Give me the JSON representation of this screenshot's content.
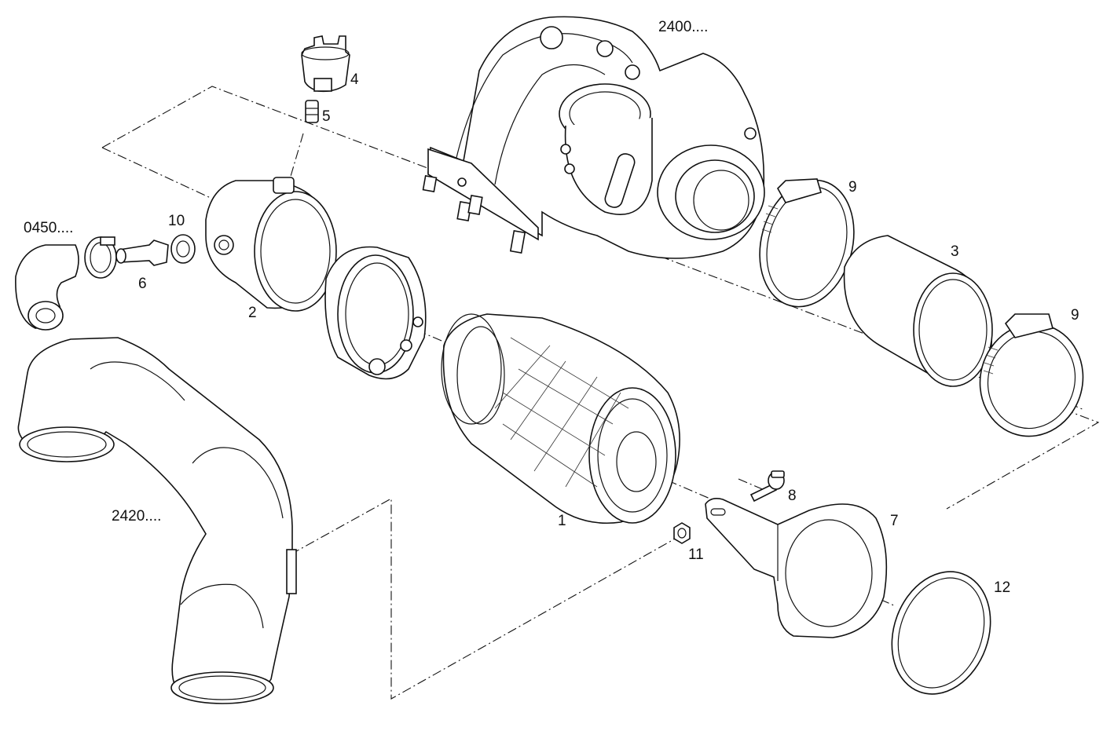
{
  "diagram": {
    "callouts": {
      "ref_2400": "2400....",
      "ref_0450": "0450....",
      "ref_2420": "2420....",
      "part_1": "1",
      "part_2": "2",
      "part_3": "3",
      "part_4": "4",
      "part_5": "5",
      "part_6": "6",
      "part_7": "7",
      "part_8": "8",
      "part_9a": "9",
      "part_9b": "9",
      "part_10": "10",
      "part_11": "11",
      "part_12": "12"
    }
  }
}
